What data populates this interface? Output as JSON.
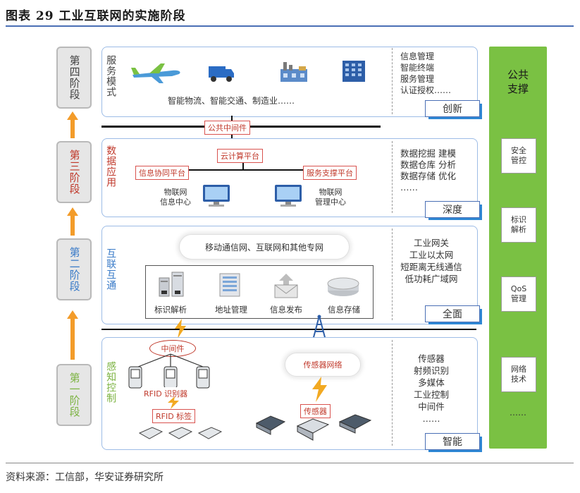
{
  "figure_title": "图表 29  工业互联网的实施阶段",
  "source": "资料来源：工信部，华安证券研究所",
  "stages": [
    {
      "label": "第四阶段"
    },
    {
      "label": "第三阶段"
    },
    {
      "label": "第二阶段"
    },
    {
      "label": "第一阶段"
    }
  ],
  "layers": {
    "service": {
      "side_label": "服务模式",
      "caption": "智能物流、智能交通、制造业……",
      "caps": [
        "信息管理",
        "智能终端",
        "服务管理",
        "认证授权……"
      ],
      "tag": "创新",
      "icons": [
        "airplane-icon",
        "truck-icon",
        "factory-icon",
        "building-icon"
      ]
    },
    "public_middleware": "公共中间件",
    "data": {
      "side_label": "数据应用",
      "cloud_platform": "云计算平台",
      "coop_platform": "信息协同平台",
      "support_platform": "服务支撑平台",
      "center_left": "物联网\n信息中心",
      "center_right": "物联网\n管理中心",
      "caps": [
        "数据挖掘  建模",
        "数据仓库  分析",
        "数据存储  优化",
        "……"
      ],
      "tag": "深度"
    },
    "network": {
      "side_label": "互联互通",
      "cloud": "移动通信网、互联网和其他专网",
      "items": [
        "标识解析",
        "地址管理",
        "信息发布",
        "信息存储"
      ],
      "caps": [
        "工业网关",
        "工业以太网",
        "短距离无线通信",
        "低功耗广域网"
      ],
      "tag": "全面"
    },
    "sensing": {
      "side_label": "感知控制",
      "middleware": "中间件",
      "rfid_reader": "RFID 识别器",
      "rfid_tag": "RFID 标签",
      "sensor_net": "传感器网络",
      "sensor": "传感器",
      "caps": [
        "传感器",
        "射频识别",
        "多媒体",
        "工业控制",
        "中间件",
        "……"
      ],
      "tag": "智能"
    }
  },
  "support": {
    "title": "公共\n支撑",
    "items": [
      "安全\n管控",
      "标识\n解析",
      "QoS\n管理",
      "网络\n技术"
    ],
    "more": "……"
  },
  "colors": {
    "stage4": "#444444",
    "stage3": "#c0392b",
    "stage2": "#3a7bc8",
    "stage1": "#7cb342",
    "arrow": "#f39c2a",
    "support_green": "#7ac143",
    "accent_blue": "#2f87d4"
  }
}
